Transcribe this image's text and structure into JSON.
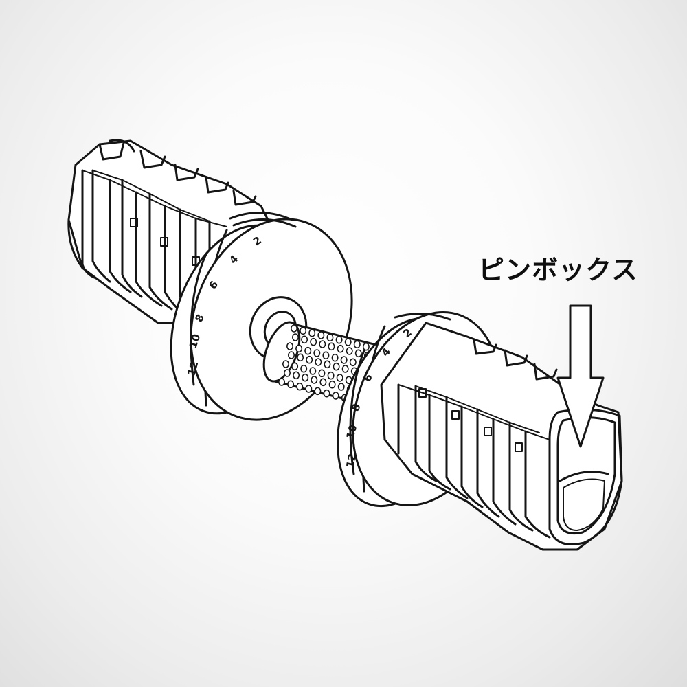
{
  "callout": {
    "label": "ピンボックス"
  },
  "dials": {
    "left": [
      "12",
      "10",
      "8",
      "6",
      "4",
      "2"
    ],
    "right": [
      "12",
      "10",
      "8",
      "6",
      "4",
      "2"
    ]
  },
  "colors": {
    "ink": "#151515",
    "paper": "#ffffff",
    "background": "#ececec"
  }
}
